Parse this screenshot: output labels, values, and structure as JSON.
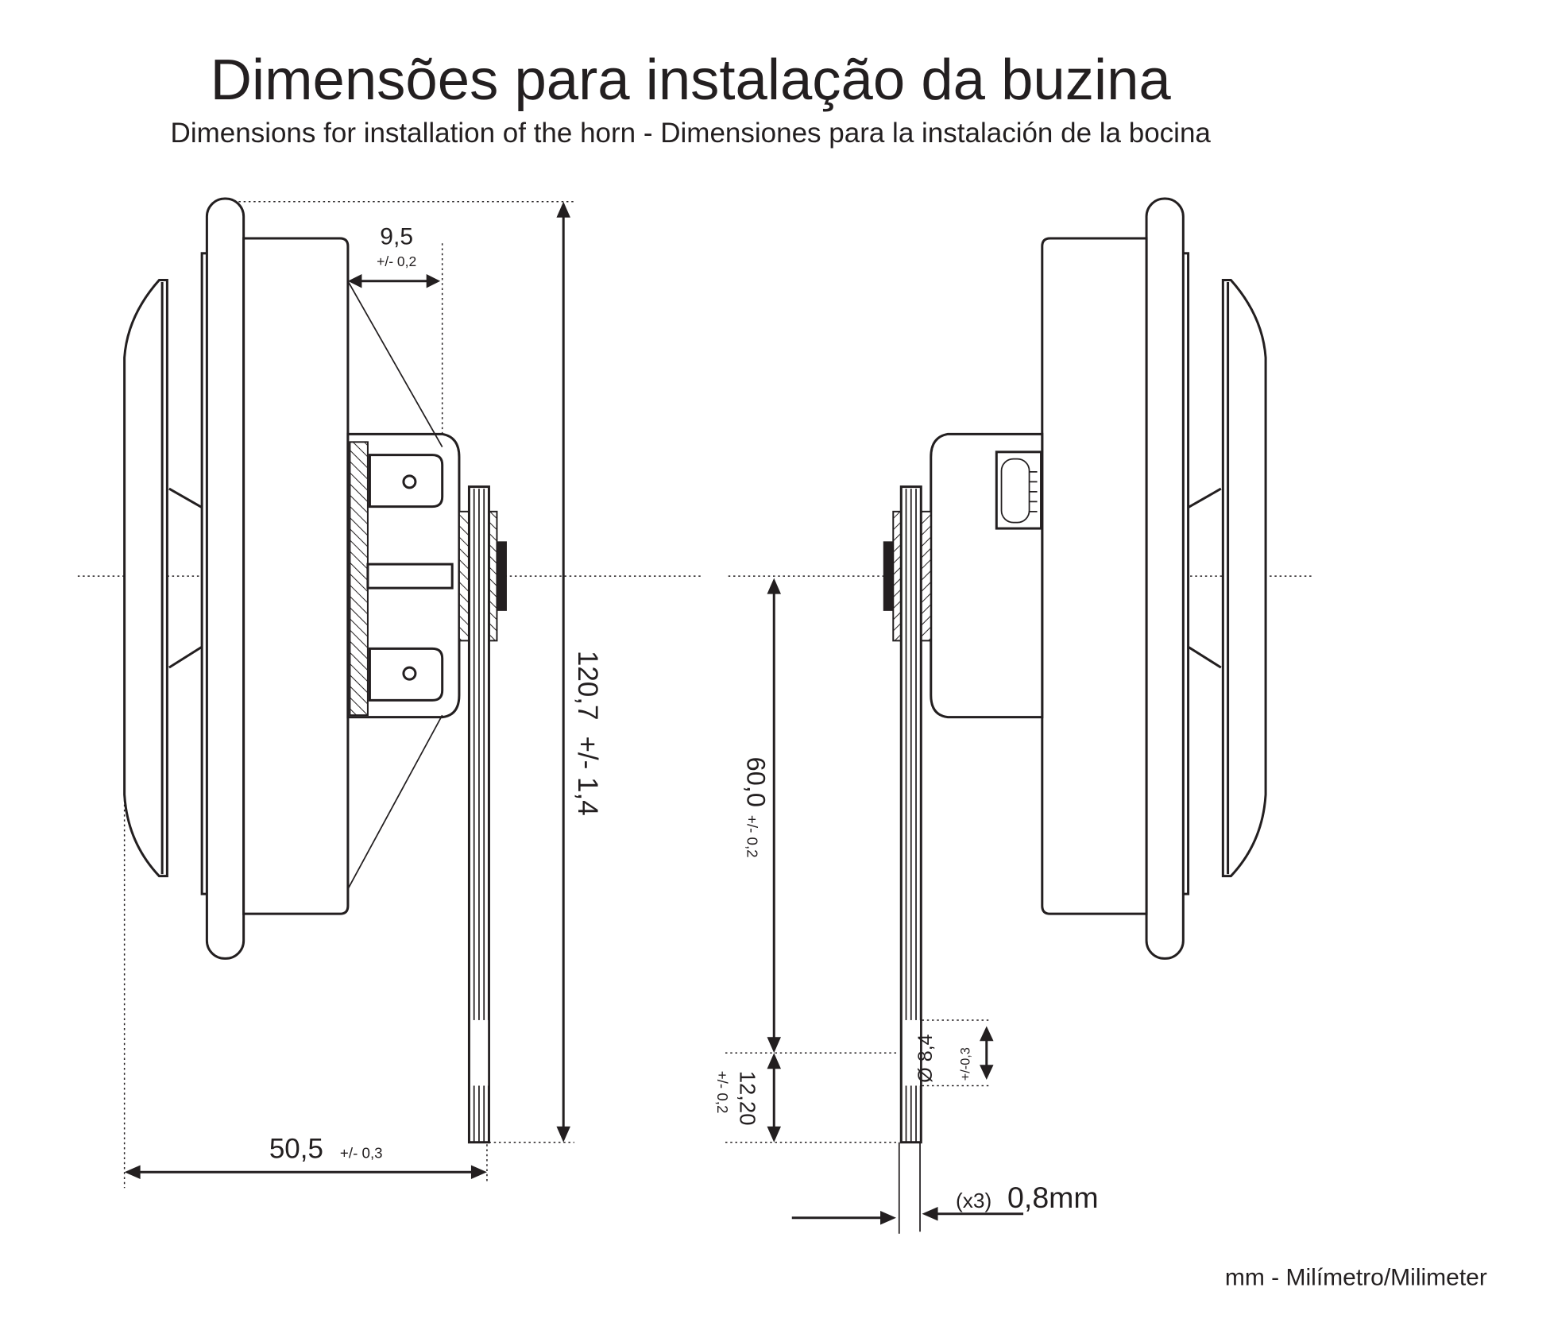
{
  "title": "Dimensões para instalação da buzina",
  "subtitle": "Dimensions for installation of the horn - Dimensiones para la instalación de la bocina",
  "dimensions": {
    "rim_to_bracket": {
      "value": "9,5",
      "tolerance": "+/- 0,2"
    },
    "total_height": {
      "value": "120,7",
      "tolerance": "+/- 1,4"
    },
    "total_depth": {
      "value": "50,5",
      "tolerance": "+/- 0,3"
    },
    "center_to_hole": {
      "value": "60,0",
      "tolerance": "+/- 0,2"
    },
    "hole_to_end": {
      "value": "12,20",
      "tolerance": "+/- 0,2"
    },
    "hole_diameter": {
      "value": "Ø 8,4",
      "tolerance": "+/-0,3"
    },
    "bracket_thickness": {
      "count": "(x3)",
      "value": "0,8mm"
    }
  },
  "units_note": "mm - Milímetro/Milimeter",
  "colors": {
    "ink": "#231f20",
    "background": "#ffffff"
  }
}
